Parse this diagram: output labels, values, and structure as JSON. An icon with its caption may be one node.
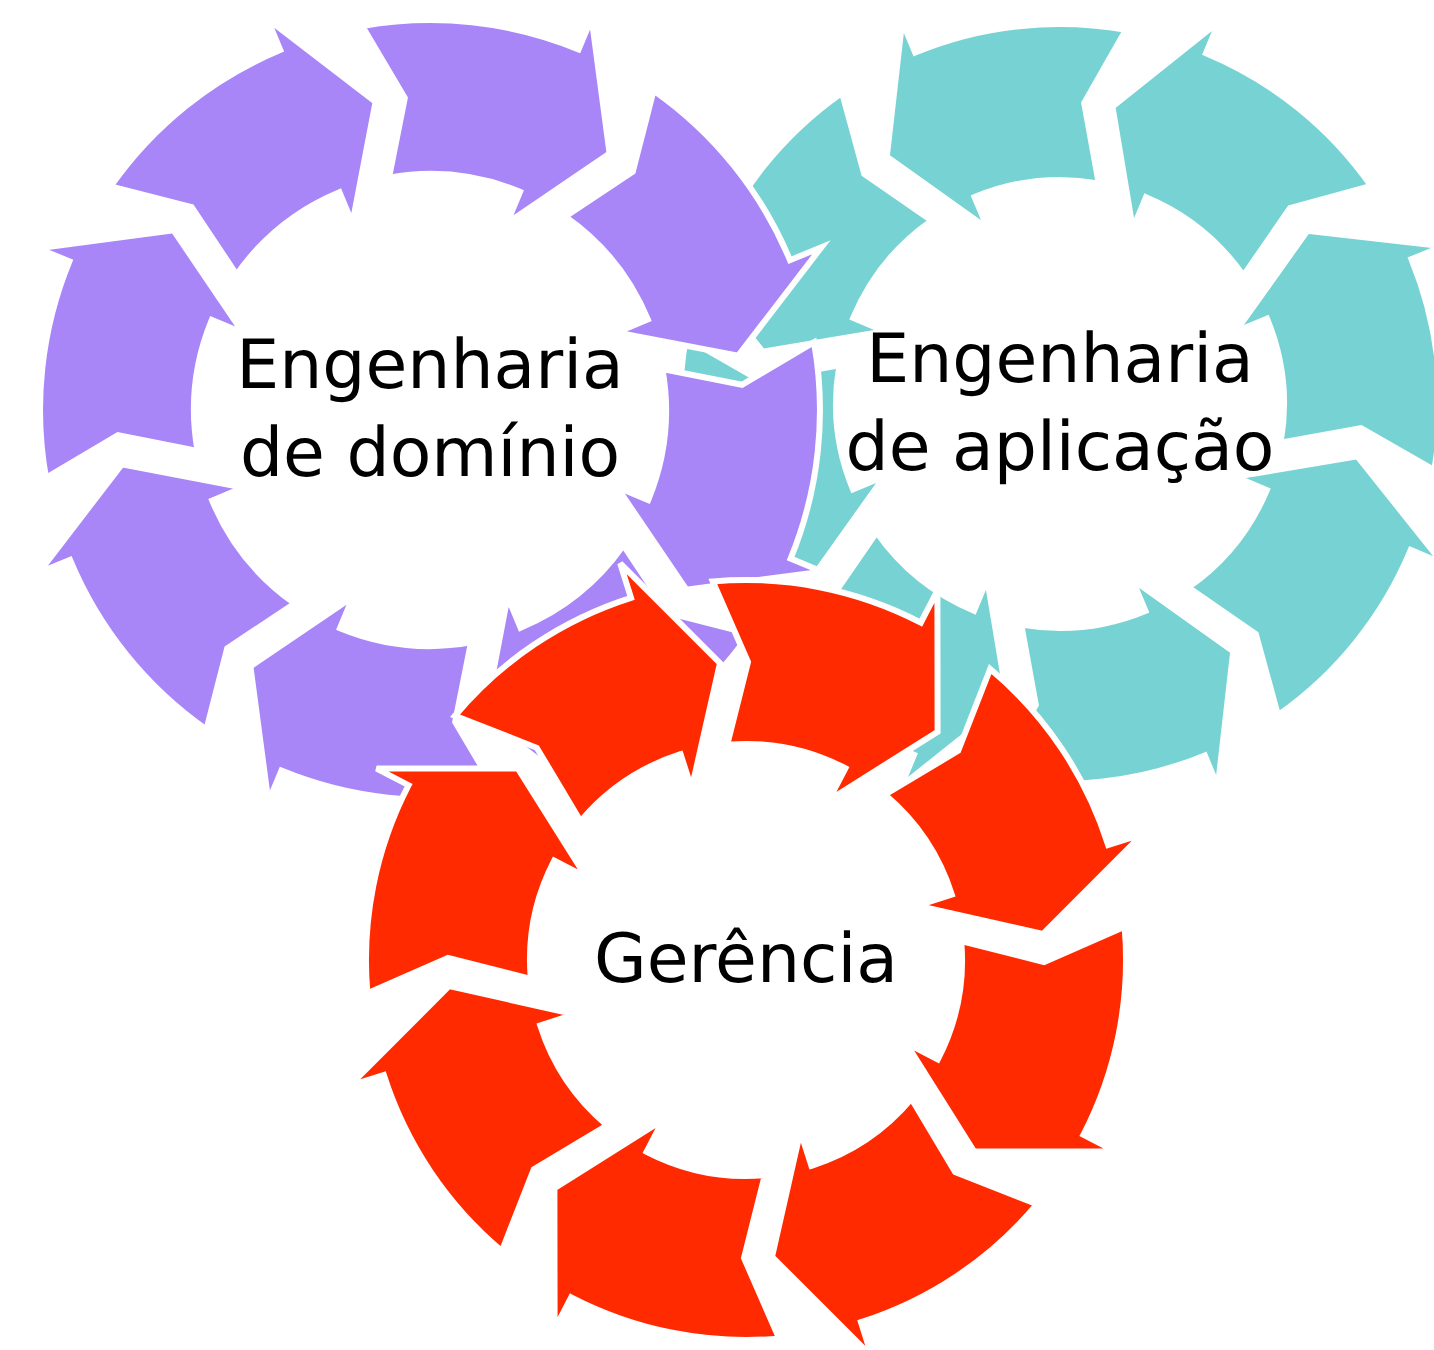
{
  "diagram": {
    "nodes": [
      {
        "text": [
          "Engenharia de domínio"
        ]
      },
      {
        "text": [
          "Engenharia de aplicação"
        ]
      },
      {
        "text": [
          "Gerência"
        ]
      }
    ]
  }
}
